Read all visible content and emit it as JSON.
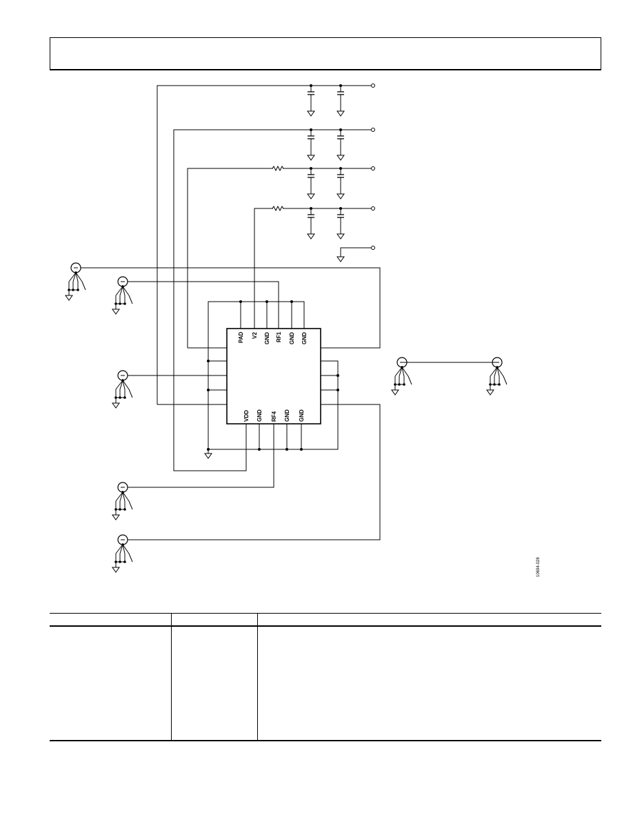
{
  "header": {
    "text": ""
  },
  "schematic": {
    "top_pins": [
      "PAD",
      "V2",
      "GND",
      "RF1",
      "GND",
      "GND"
    ],
    "bottom_pins": [
      "VDD",
      "GND",
      "RF4",
      "GND",
      "GND"
    ],
    "figure_code": "10694-028"
  },
  "table": {
    "columns": [
      "",
      "",
      ""
    ],
    "rows": []
  }
}
